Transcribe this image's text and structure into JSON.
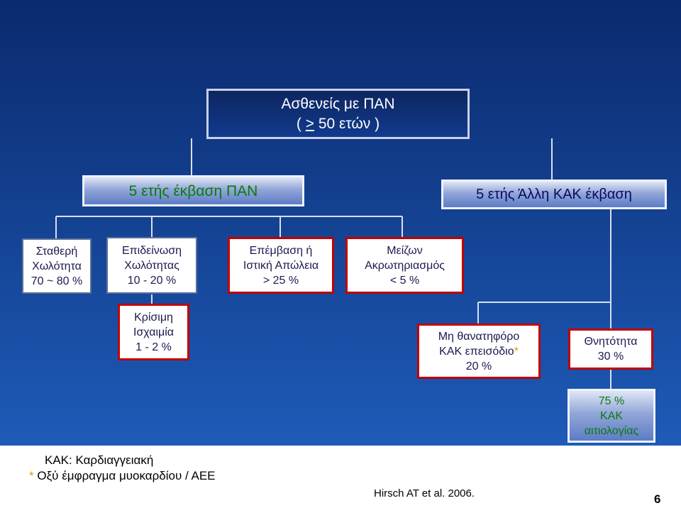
{
  "root": {
    "line1": "Ασθενείς  με  ΠΑΝ",
    "line2a": "( ",
    "line2b": ">",
    "line2c": " 50 ετών )"
  },
  "branch_left": "5 ετής έκβαση ΠΑΝ",
  "branch_right": "5 ετής Άλλη ΚΑΚ έκβαση",
  "pan_outcomes": [
    {
      "line1": "Σταθερή",
      "line2": "Χωλότητα",
      "line3": "70 ~ 80 %"
    },
    {
      "line1": "Επιδείνωση",
      "line2": "Χωλότητας",
      "line3": "10 - 20 %"
    },
    {
      "line1": "Επέμβαση ή",
      "line2": "Ιστική Απώλεια",
      "line3": "> 25 %"
    },
    {
      "line1": "Μείζων",
      "line2": "Ακρωτηριασμός",
      "line3": "< 5 %"
    }
  ],
  "critical": {
    "line1": "Κρίσιμη",
    "line2": "Ισχαιμία",
    "line3": "1 - 2 %"
  },
  "nonfatal": {
    "line1": "Μη θανατηφόρο",
    "line2a": "ΚΑΚ επεισόδιο",
    "line2star": "*",
    "line3": "20 %"
  },
  "mortality": {
    "line1": "Θνητότητα",
    "line2": "30 %"
  },
  "cv_cause": {
    "line1": "75 %",
    "line2": "ΚΑΚ",
    "line3": "αιτιολογίας"
  },
  "footnotes": {
    "abbrev": "ΚΑΚ: Καρδιαγγειακή",
    "star": "*",
    "mi": " Οξύ έμφραγμα μυοκαρδίου / ΑΕΕ"
  },
  "citation": "Hirsch AT  et al. 2006.",
  "slide_number": "6",
  "colors": {
    "background_top": "#0b2a6e",
    "background_bottom": "#1e5bb8",
    "outcome_border": "#c00000",
    "highlight_text": "#0a7a0a"
  }
}
